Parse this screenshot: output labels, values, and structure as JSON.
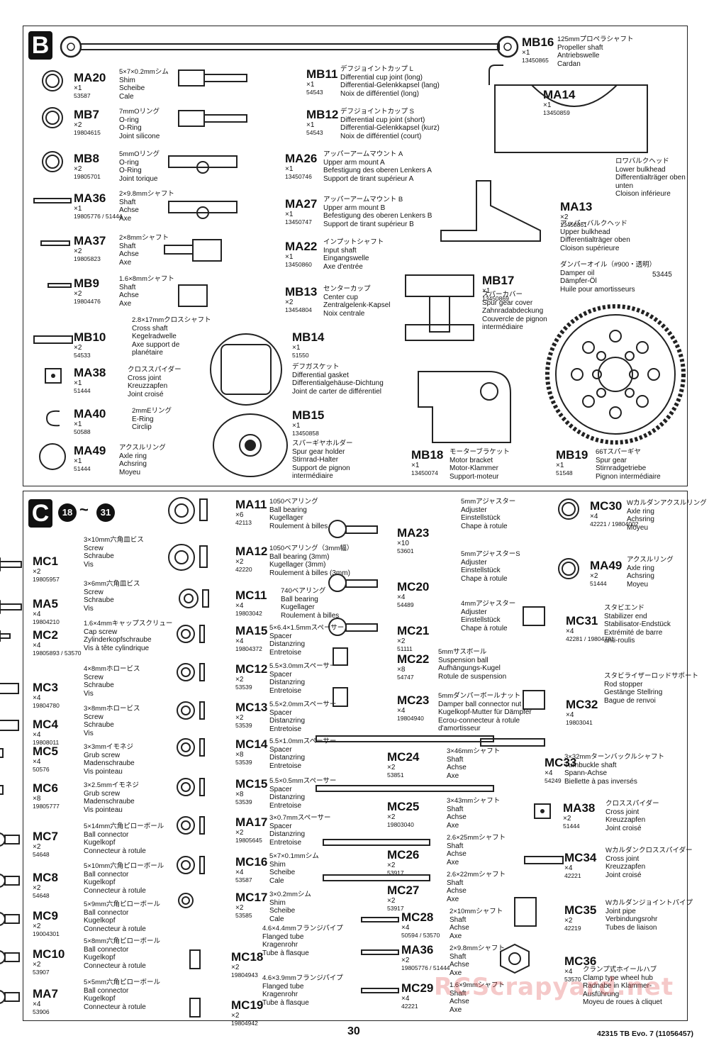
{
  "page_number": "30",
  "footer": "42315 TB Evo. 7 (11056457)",
  "watermark": "RCScrapyard.net",
  "sectionB": {
    "letter": "B",
    "items": [
      {
        "code": "MB16",
        "qty": "×1",
        "pn": "13450865",
        "desc": [
          "125mmプロペラシャフト",
          "Propeller shaft",
          "Antriebswelle",
          "Cardan"
        ]
      },
      {
        "code": "MA20",
        "qty": "×1",
        "pn": "53587",
        "desc": [
          "5×7×0.2mmシム",
          "Shim",
          "Scheibe",
          "Cale"
        ]
      },
      {
        "code": "MB11",
        "qty": "×1",
        "pn": "54543",
        "desc": [
          "デフジョイントカップ L",
          "Differential cup joint (long)",
          "Differential-Gelenkkapsel (lang)",
          "Noix de différentiel (long)"
        ]
      },
      {
        "code": "MA14",
        "qty": "×1",
        "pn": "13450859",
        "desc": [
          "ロワバルクヘッド",
          "Lower bulkhead",
          "Differentialträger oben",
          "unten",
          "Cloison inférieure"
        ]
      },
      {
        "code": "MB7",
        "qty": "×2",
        "pn": "19804615",
        "desc": [
          "7mmOリング",
          "O-ring",
          "O-Ring",
          "Joint silicone"
        ]
      },
      {
        "code": "MB12",
        "qty": "×1",
        "pn": "54543",
        "desc": [
          "デフジョイントカップ S",
          "Differential cup joint (short)",
          "Differential-Gelenkkapsel (kurz)",
          "Noix de différentiel (court)"
        ]
      },
      {
        "code": "MB8",
        "qty": "×2",
        "pn": "19805701",
        "desc": [
          "5mmOリング",
          "O-ring",
          "O-Ring",
          "Joint torique"
        ]
      },
      {
        "code": "MA26",
        "qty": "×1",
        "pn": "13450746",
        "desc": [
          "アッパーアームマウント A",
          "Upper arm mount A",
          "Befestigung des oberen Lenkers A",
          "Support de tirant supérieur A"
        ]
      },
      {
        "code": "MA36",
        "qty": "×1",
        "pn": "19805776 / 51444",
        "desc": [
          "2×9.8mmシャフト",
          "Shaft",
          "Achse",
          "Axe"
        ]
      },
      {
        "code": "MA27",
        "qty": "×1",
        "pn": "13450747",
        "desc": [
          "アッパーアームマウント B",
          "Upper arm mount B",
          "Befestigung des oberen Lenkers B",
          "Support de tirant supérieur B"
        ]
      },
      {
        "code": "MA13",
        "qty": "×2",
        "pn": "13450861",
        "desc": [
          "アッパーバルクヘッド",
          "Upper bulkhead",
          "Differentialträger oben",
          "Cloison supérieure"
        ]
      },
      {
        "code": "MA37",
        "qty": "×2",
        "pn": "19805823",
        "desc": [
          "2×8mmシャフト",
          "Shaft",
          "Achse",
          "Axe"
        ]
      },
      {
        "code": "MA22",
        "qty": "×1",
        "pn": "13450860",
        "desc": [
          "インプットシャフト",
          "Input shaft",
          "Eingangswelle",
          "Axe d'entrée"
        ]
      },
      {
        "code": "DAMPER",
        "qty": "",
        "pn": "53445",
        "desc": [
          "ダンパーオイル（#900・透明）",
          "Damper oil",
          "Dämpfer-Öl",
          "Huile pour amortisseurs"
        ]
      },
      {
        "code": "MB9",
        "qty": "×2",
        "pn": "19804476",
        "desc": [
          "1.6×8mmシャフト",
          "Shaft",
          "Achse",
          "Axe"
        ]
      },
      {
        "code": "MB13",
        "qty": "×2",
        "pn": "13454804",
        "desc": [
          "センターカップ",
          "Center cup",
          "Zentralgelenk-Kapsel",
          "Noix centrale"
        ]
      },
      {
        "code": "MB17",
        "qty": "×1",
        "pn": "13450869",
        "desc": [
          "スパーカバー",
          "Spur gear cover",
          "Zahnradabdeckung",
          "Couvercle de pignon",
          "intermédiaire"
        ]
      },
      {
        "code": "MB10",
        "qty": "×2",
        "pn": "54533",
        "desc": [
          "2.8×17mmクロスシャフト",
          "Cross shaft",
          "Kegelradwelle",
          "Axe support de",
          "planétaire"
        ]
      },
      {
        "code": "MB14",
        "qty": "×1",
        "pn": "51550",
        "desc": [
          "デフガスケット",
          "Differential gasket",
          "Differentialgehäuse-Dichtung",
          "Joint de carter de différentiel"
        ]
      },
      {
        "code": "MA38",
        "qty": "×1",
        "pn": "51444",
        "desc": [
          "クロススパイダー",
          "Cross joint",
          "Kreuzzapfen",
          "Joint croisé"
        ]
      },
      {
        "code": "MA40",
        "qty": "×1",
        "pn": "50588",
        "desc": [
          "2mmEリング",
          "E-Ring",
          "Circlip"
        ]
      },
      {
        "code": "MB15",
        "qty": "×1",
        "pn": "13450858",
        "desc": [
          "スパーギヤホルダー",
          "Spur gear holder",
          "Stirnrad-Halter",
          "Support de pignon",
          "intermédiaire"
        ]
      },
      {
        "code": "MA49",
        "qty": "×1",
        "pn": "51444",
        "desc": [
          "アクスルリング",
          "Axle ring",
          "Achsring",
          "Moyeu"
        ]
      },
      {
        "code": "MB18",
        "qty": "×1",
        "pn": "13450074",
        "desc": [
          "モーターブラケット",
          "Motor bracket",
          "Motor-Klammer",
          "Support-moteur"
        ]
      },
      {
        "code": "MB19",
        "qty": "×1",
        "pn": "51548",
        "desc": [
          "66Tスパーギヤ",
          "Spur gear",
          "Stirnradgetriebe",
          "Pignon intermédiaire"
        ]
      }
    ]
  },
  "sectionC": {
    "letter": "C",
    "steps": [
      "18",
      "31"
    ],
    "tilde": "~",
    "items": [
      {
        "code": "MC1",
        "qty": "×2",
        "pn": "19805957",
        "desc": [
          "3×10mm六角皿ビス",
          "Screw",
          "Schraube",
          "Vis"
        ]
      },
      {
        "code": "MA5",
        "qty": "×4",
        "pn": "19804210",
        "desc": [
          "3×6mm六角皿ビス",
          "Screw",
          "Schraube",
          "Vis"
        ]
      },
      {
        "code": "MC2",
        "qty": "×4",
        "pn": "19805893 / 53570",
        "desc": [
          "1.6×4mmキャップスクリュー",
          "Cap screw",
          "Zylinderkopfschraube",
          "Vis à tête cylindrique"
        ]
      },
      {
        "code": "MC3",
        "qty": "×4",
        "pn": "19804780",
        "desc": [
          "4×8mmホロービス",
          "Screw",
          "Schraube",
          "Vis"
        ]
      },
      {
        "code": "MC4",
        "qty": "×4",
        "pn": "19808011",
        "desc": [
          "3×8mmホロービス",
          "Screw",
          "Schraube",
          "Vis"
        ]
      },
      {
        "code": "MC5",
        "qty": "×4",
        "pn": "50576",
        "desc": [
          "3×3mmイモネジ",
          "Grub screw",
          "Madenschraube",
          "Vis pointeau"
        ]
      },
      {
        "code": "MC6",
        "qty": "×8",
        "pn": "19805777",
        "desc": [
          "3×2.5mmイモネジ",
          "Grub screw",
          "Madenschraube",
          "Vis pointeau"
        ]
      },
      {
        "code": "MC7",
        "qty": "×2",
        "pn": "54648",
        "desc": [
          "5×14mm六角ピローボール",
          "Ball connector",
          "Kugelkopf",
          "Connecteur à rotule"
        ]
      },
      {
        "code": "MC8",
        "qty": "×2",
        "pn": "54648",
        "desc": [
          "5×10mm六角ピローボール",
          "Ball connector",
          "Kugelkopf",
          "Connecteur à rotule"
        ]
      },
      {
        "code": "MC9",
        "qty": "×2",
        "pn": "19004301",
        "desc": [
          "5×9mm六角ピローボール",
          "Ball connector",
          "Kugelkopf",
          "Connecteur à rotule"
        ]
      },
      {
        "code": "MC10",
        "qty": "×2",
        "pn": "53907",
        "desc": [
          "5×8mm六角ピローボール",
          "Ball connector",
          "Kugelkopf",
          "Connecteur à rotule"
        ]
      },
      {
        "code": "MA7",
        "qty": "×4",
        "pn": "53906",
        "desc": [
          "5×5mm六角ピローボール",
          "Ball connector",
          "Kugelkopf",
          "Connecteur à rotule"
        ]
      },
      {
        "code": "MA11",
        "qty": "×6",
        "pn": "42113",
        "desc": [
          "1050ベアリング",
          "Ball bearing",
          "Kugellager",
          "Roulement à billes"
        ]
      },
      {
        "code": "MA12",
        "qty": "×2",
        "pn": "42220",
        "desc": [
          "1050ベアリング（3mm幅）",
          "Ball bearing (3mm)",
          "Kugellager (3mm)",
          "Roulement à billes (3mm)"
        ]
      },
      {
        "code": "MC11",
        "qty": "×4",
        "pn": "19803042",
        "desc": [
          "740ベアリング",
          "Ball bearing",
          "Kugellager",
          "Roulement à billes"
        ]
      },
      {
        "code": "MA15",
        "qty": "×4",
        "pn": "19804372",
        "desc": [
          "5×6.4×1.5mmスペーサー",
          "Spacer",
          "Distanzring",
          "Entretoise"
        ]
      },
      {
        "code": "MC12",
        "qty": "×2",
        "pn": "53539",
        "desc": [
          "5.5×3.0mmスペーサー",
          "Spacer",
          "Distanzring",
          "Entretoise"
        ]
      },
      {
        "code": "MC13",
        "qty": "×2",
        "pn": "53539",
        "desc": [
          "5.5×2.0mmスペーサー",
          "Spacer",
          "Distanzring",
          "Entretoise"
        ]
      },
      {
        "code": "MC14",
        "qty": "×8",
        "pn": "53539",
        "desc": [
          "5.5×1.0mmスペーサー",
          "Spacer",
          "Distanzring",
          "Entretoise"
        ]
      },
      {
        "code": "MC15",
        "qty": "×8",
        "pn": "53539",
        "desc": [
          "5.5×0.5mmスペーサー",
          "Spacer",
          "Distanzring",
          "Entretoise"
        ]
      },
      {
        "code": "MA17",
        "qty": "×2",
        "pn": "19805645",
        "desc": [
          "3×0.7mmスペーサー",
          "Spacer",
          "Distanzring",
          "Entretoise"
        ]
      },
      {
        "code": "MC16",
        "qty": "×4",
        "pn": "53587",
        "desc": [
          "5×7×0.1mmシム",
          "Shim",
          "Scheibe",
          "Cale"
        ]
      },
      {
        "code": "MC17",
        "qty": "×2",
        "pn": "53585",
        "desc": [
          "3×0.2mmシム",
          "Shim",
          "Scheibe",
          "Cale"
        ]
      },
      {
        "code": "MC18",
        "qty": "×2",
        "pn": "19804943",
        "desc": [
          "4.6×4.4mmフランジパイプ",
          "Flanged tube",
          "Kragenrohr",
          "Tube à flasque"
        ]
      },
      {
        "code": "MC19",
        "qty": "×2",
        "pn": "19804942",
        "desc": [
          "4.6×3.9mmフランジパイプ",
          "Flanged tube",
          "Kragenrohr",
          "Tube à flasque"
        ]
      },
      {
        "code": "MA23",
        "qty": "×10",
        "pn": "53601",
        "desc": [
          "5mmアジャスター",
          "Adjuster",
          "Einstellstück",
          "Chape à rotule"
        ]
      },
      {
        "code": "MC20",
        "qty": "×4",
        "pn": "54489",
        "desc": [
          "5mmアジャスターS",
          "Adjuster",
          "Einstellstück",
          "Chape à rotule"
        ]
      },
      {
        "code": "MC21",
        "qty": "×2",
        "pn": "51111",
        "desc": [
          "4mmアジャスター",
          "Adjuster",
          "Einstellstück",
          "Chape à rotule"
        ]
      },
      {
        "code": "MC22",
        "qty": "×8",
        "pn": "54747",
        "desc": [
          "5mmサスボール",
          "Suspension ball",
          "Aufhängungs-Kugel",
          "Rotule de suspension"
        ]
      },
      {
        "code": "MC23",
        "qty": "×4",
        "pn": "19804940",
        "desc": [
          "5mmダンパーボールナット",
          "Damper ball connector nut",
          "Kugelkopf-Mutter für Dämpfer",
          "Ecrou-connecteur à rotule",
          "d'amortisseur"
        ]
      },
      {
        "code": "MC24",
        "qty": "×2",
        "pn": "53851",
        "desc": [
          "3×46mmシャフト",
          "Shaft",
          "Achse",
          "Axe"
        ]
      },
      {
        "code": "MC25",
        "qty": "×2",
        "pn": "19803040",
        "desc": [
          "3×43mmシャフト",
          "Shaft",
          "Achse",
          "Axe"
        ]
      },
      {
        "code": "MC26",
        "qty": "×2",
        "pn": "53917",
        "desc": [
          "2.6×25mmシャフト",
          "Shaft",
          "Achse",
          "Axe"
        ]
      },
      {
        "code": "MC27",
        "qty": "×2",
        "pn": "53917",
        "desc": [
          "2.6×22mmシャフト",
          "Shaft",
          "Achse",
          "Axe"
        ]
      },
      {
        "code": "MC28",
        "qty": "×4",
        "pn": "50594 / 53570",
        "desc": [
          "2×10mmシャフト",
          "Shaft",
          "Achse",
          "Axe"
        ]
      },
      {
        "code": "MA36",
        "qty": "×2",
        "pn": "19805776 / 51444",
        "desc": [
          "2×9.8mmシャフト",
          "Shaft",
          "Achse",
          "Axe"
        ]
      },
      {
        "code": "MC29",
        "qty": "×4",
        "pn": "42221",
        "desc": [
          "1.6×9mmシャフト",
          "Shaft",
          "Achse",
          "Axe"
        ]
      },
      {
        "code": "MC30",
        "qty": "×4",
        "pn": "42221 / 19804002",
        "desc": [
          "Wカルダンアクスルリング",
          "Axle ring",
          "Achsring",
          "Moyeu"
        ]
      },
      {
        "code": "MA49",
        "qty": "×2",
        "pn": "51444",
        "desc": [
          "アクスルリング",
          "Axle ring",
          "Achsring",
          "Moyeu"
        ]
      },
      {
        "code": "MC31",
        "qty": "×4",
        "pn": "42281 / 19804781",
        "desc": [
          "スタビエンド",
          "Stabilizer end",
          "Stabilisator-Endstück",
          "Extrémité de barre",
          "anti-roulis"
        ]
      },
      {
        "code": "MC32",
        "qty": "×4",
        "pn": "19803041",
        "desc": [
          "スタビライザーロッドサポート",
          "Rod stopper",
          "Gestänge Stellring",
          "Bague de renvoi"
        ]
      },
      {
        "code": "MC33",
        "qty": "×4",
        "pn": "54249",
        "desc": [
          "3×32mmターンバックルシャフト",
          "Turnbuckle shaft",
          "Spann-Achse",
          "Biellette à pas inversés"
        ]
      },
      {
        "code": "MA38",
        "qty": "×2",
        "pn": "51444",
        "desc": [
          "クロススパイダー",
          "Cross joint",
          "Kreuzzapfen",
          "Joint croisé"
        ]
      },
      {
        "code": "MC34",
        "qty": "×4",
        "pn": "42221",
        "desc": [
          "Wカルダンクロススパイダー",
          "Cross joint",
          "Kreuzzapfen",
          "Joint croisé"
        ]
      },
      {
        "code": "MC35",
        "qty": "×2",
        "pn": "42219",
        "desc": [
          "Wカルダンジョイントパイプ",
          "Joint pipe",
          "Verbindungsrohr",
          "Tubes de liaison"
        ]
      },
      {
        "code": "MC36",
        "qty": "×4",
        "pn": "53570",
        "desc": [
          "クランプ式ホイールハブ",
          "Clamp type wheel hub",
          "Radnabe in Klammer-",
          "Ausführung",
          "Moyeu de roues à cliquet"
        ]
      }
    ]
  }
}
